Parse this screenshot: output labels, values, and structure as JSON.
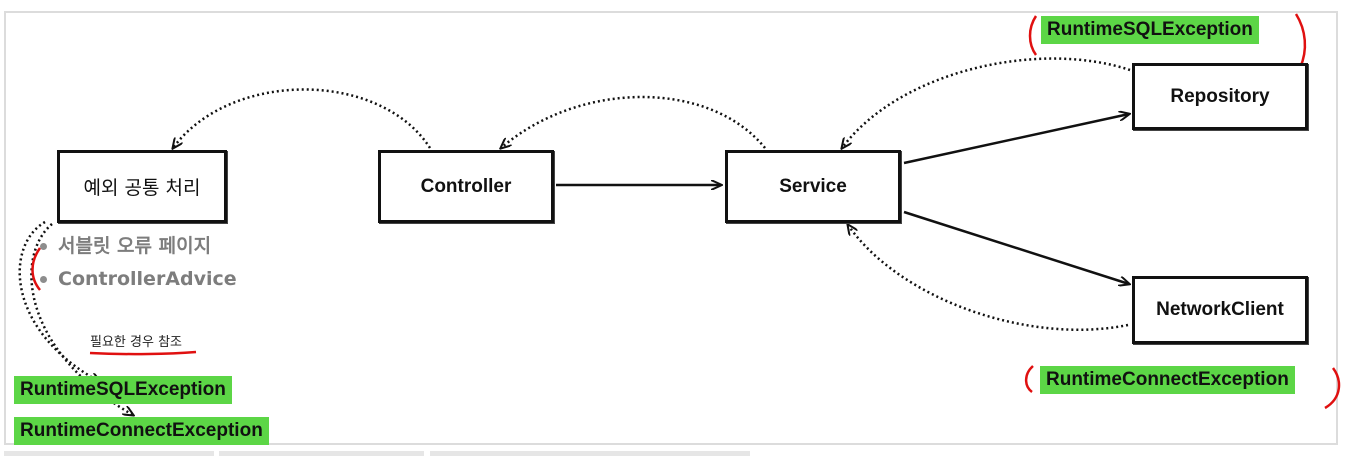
{
  "nodes": {
    "exception_handler": "예외 공통 처리",
    "controller": "Controller",
    "service": "Service",
    "repository": "Repository",
    "network_client": "NetworkClient"
  },
  "exceptions": {
    "repository_exception": "RuntimeSQLException",
    "network_exception": "RuntimeConnectException",
    "handled_1": "RuntimeSQLException",
    "handled_2": "RuntimeConnectException"
  },
  "handler_options": [
    "서블릿 오류 페이지",
    "ControllerAdvice"
  ],
  "note": "필요한 경우 참조",
  "colors": {
    "highlight": "#5cd646",
    "annotation": "#e01010",
    "stroke": "#111111",
    "muted": "#7d7d7d"
  }
}
